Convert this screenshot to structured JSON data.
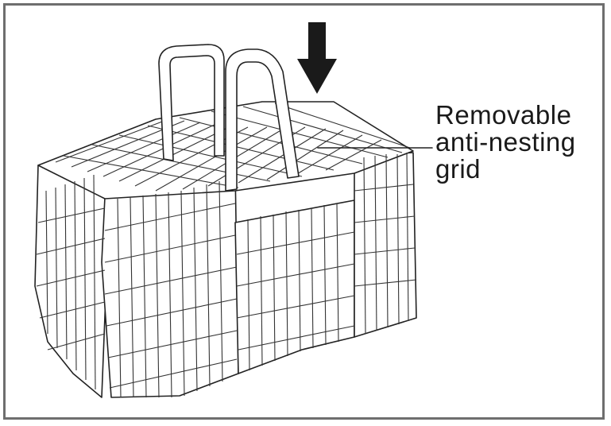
{
  "diagram": {
    "callout": {
      "lines": [
        "Removable",
        "anti-nesting",
        "grid"
      ]
    },
    "colors": {
      "frame": "#6e6e6e",
      "ink": "#222222",
      "arrow": "#1a1a1a"
    },
    "icons": {
      "insert_direction": "arrow-down-icon"
    }
  }
}
